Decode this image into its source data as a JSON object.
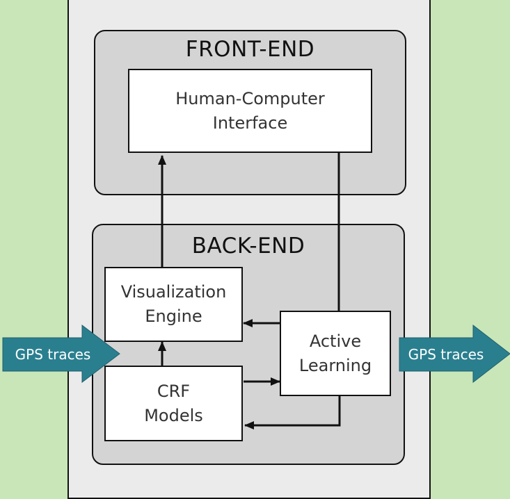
{
  "front_end": {
    "title": "FRONT-END",
    "hci": {
      "line1": "Human-Computer",
      "line2": "Interface"
    }
  },
  "back_end": {
    "title": "BACK-END",
    "visualization": {
      "line1": "Visualization",
      "line2": "Engine"
    },
    "crf": {
      "line1": "CRF",
      "line2": "Models"
    },
    "active_learning": {
      "line1": "Active",
      "line2": "Learning"
    }
  },
  "inputs": {
    "left_label": "GPS traces",
    "right_label": "GPS traces",
    "arrow_color": "#2a7f8f"
  }
}
